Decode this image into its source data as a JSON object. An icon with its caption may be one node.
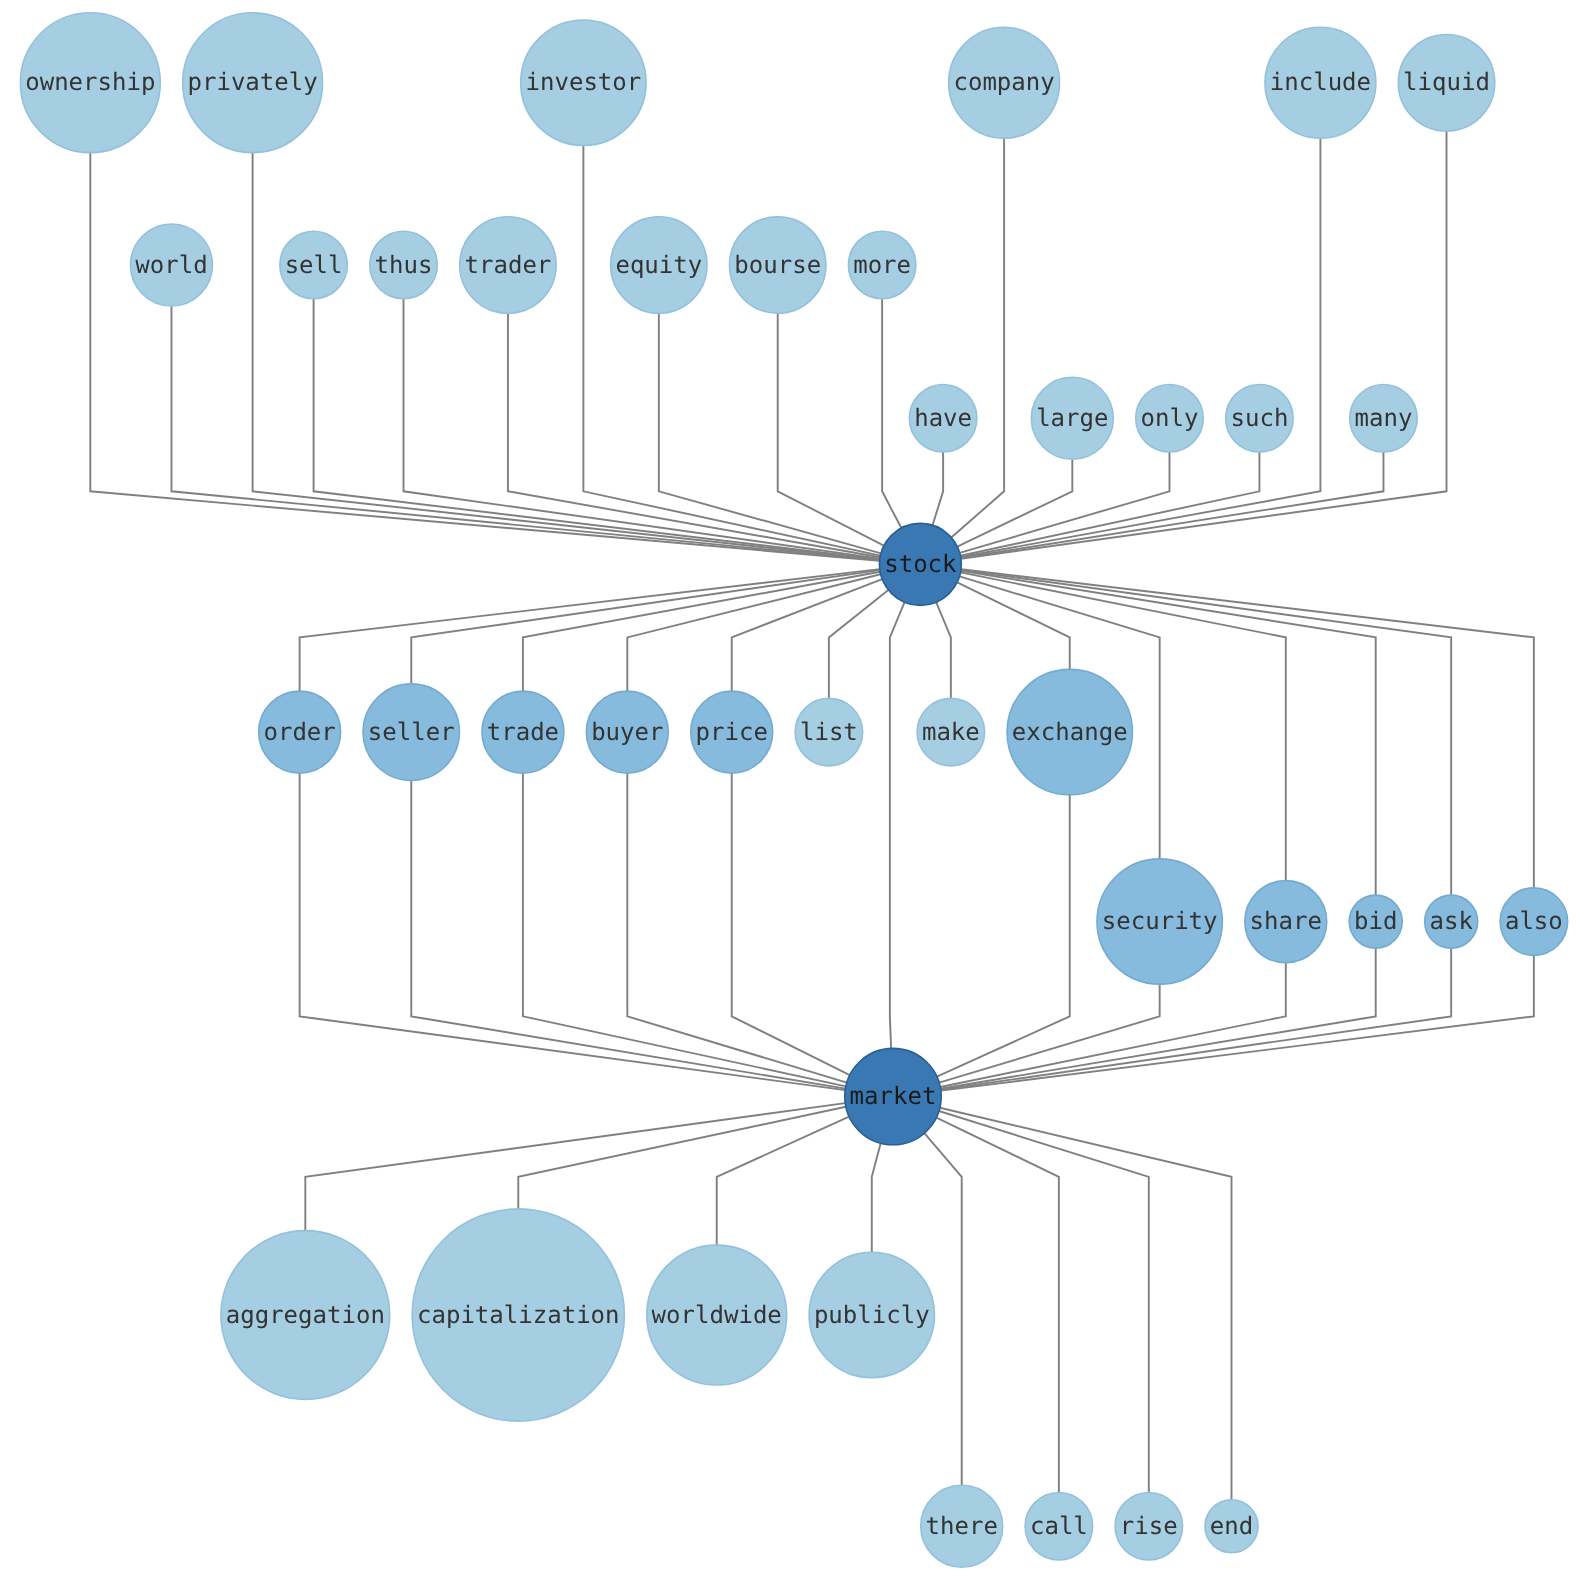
{
  "diagram": {
    "nodes": [
      {
        "text": [
          "ownership"
        ]
      },
      {
        "text": [
          "world"
        ]
      },
      {
        "text": [
          "privately"
        ]
      },
      {
        "text": [
          "sell"
        ]
      },
      {
        "text": [
          "there"
        ]
      },
      {
        "text": [
          "thus"
        ]
      },
      {
        "text": [
          "call"
        ]
      },
      {
        "text": [
          "trader"
        ]
      },
      {
        "text": [
          "investor"
        ]
      },
      {
        "text": [
          "order"
        ]
      },
      {
        "text": [
          "seller"
        ]
      },
      {
        "text": [
          "trade"
        ]
      },
      {
        "text": [
          "equity"
        ]
      },
      {
        "text": [
          "bourse"
        ]
      },
      {
        "text": [
          "aggregation"
        ]
      },
      {
        "text": [
          "buyer"
        ]
      },
      {
        "text": [
          "more"
        ]
      },
      {
        "text": [
          "price"
        ]
      },
      {
        "text": [
          "rise"
        ]
      },
      {
        "text": [
          "stock"
        ]
      },
      {
        "text": [
          "market"
        ]
      },
      {
        "text": [
          "list"
        ]
      },
      {
        "text": [
          "exchange"
        ]
      },
      {
        "text": [
          "security"
        ]
      },
      {
        "text": [
          "make"
        ]
      },
      {
        "text": [
          "capitalization"
        ]
      },
      {
        "text": [
          "share"
        ]
      },
      {
        "text": [
          "worldwide"
        ]
      },
      {
        "text": [
          "bid"
        ]
      },
      {
        "text": [
          "have"
        ]
      },
      {
        "text": [
          "company"
        ]
      },
      {
        "text": [
          "large"
        ]
      },
      {
        "text": [
          "ask"
        ]
      },
      {
        "text": [
          "only"
        ]
      },
      {
        "text": [
          "also"
        ]
      },
      {
        "text": [
          "publicly"
        ]
      },
      {
        "text": [
          "such"
        ]
      },
      {
        "text": [
          "end"
        ]
      },
      {
        "text": [
          "include"
        ]
      },
      {
        "text": [
          "many"
        ]
      },
      {
        "text": [
          "liquid"
        ]
      }
    ],
    "edges": [
      {
        "from": 0,
        "to": 19,
        "arrow": "none"
      },
      {
        "from": 1,
        "to": 19,
        "arrow": "none"
      },
      {
        "from": 2,
        "to": 19,
        "arrow": "none"
      },
      {
        "from": 3,
        "to": 19,
        "arrow": "none"
      },
      {
        "from": 20,
        "to": 4,
        "arrow": "none"
      },
      {
        "from": 5,
        "to": 19,
        "arrow": "none"
      },
      {
        "from": 20,
        "to": 6,
        "arrow": "none"
      },
      {
        "from": 7,
        "to": 19,
        "arrow": "none"
      },
      {
        "from": 8,
        "to": 19,
        "arrow": "none"
      },
      {
        "from": 19,
        "to": 9,
        "arrow": "none"
      },
      {
        "from": 9,
        "to": 20,
        "arrow": "none"
      },
      {
        "from": 19,
        "to": 10,
        "arrow": "none"
      },
      {
        "from": 10,
        "to": 20,
        "arrow": "none"
      },
      {
        "from": 19,
        "to": 11,
        "arrow": "none"
      },
      {
        "from": 11,
        "to": 20,
        "arrow": "none"
      },
      {
        "from": 12,
        "to": 19,
        "arrow": "none"
      },
      {
        "from": 13,
        "to": 19,
        "arrow": "none"
      },
      {
        "from": 20,
        "to": 14,
        "arrow": "none"
      },
      {
        "from": 19,
        "to": 15,
        "arrow": "none"
      },
      {
        "from": 15,
        "to": 20,
        "arrow": "none"
      },
      {
        "from": 16,
        "to": 19,
        "arrow": "none"
      },
      {
        "from": 19,
        "to": 17,
        "arrow": "none"
      },
      {
        "from": 17,
        "to": 20,
        "arrow": "none"
      },
      {
        "from": 20,
        "to": 18,
        "arrow": "none"
      },
      {
        "from": 19,
        "to": 20,
        "arrow": "none"
      },
      {
        "from": 19,
        "to": 21,
        "arrow": "none"
      },
      {
        "from": 19,
        "to": 22,
        "arrow": "none"
      },
      {
        "from": 22,
        "to": 20,
        "arrow": "none"
      },
      {
        "from": 19,
        "to": 23,
        "arrow": "none"
      },
      {
        "from": 23,
        "to": 20,
        "arrow": "none"
      },
      {
        "from": 19,
        "to": 24,
        "arrow": "none"
      },
      {
        "from": 20,
        "to": 25,
        "arrow": "none"
      },
      {
        "from": 19,
        "to": 26,
        "arrow": "none"
      },
      {
        "from": 26,
        "to": 20,
        "arrow": "none"
      },
      {
        "from": 20,
        "to": 27,
        "arrow": "none"
      },
      {
        "from": 19,
        "to": 28,
        "arrow": "none"
      },
      {
        "from": 28,
        "to": 20,
        "arrow": "none"
      },
      {
        "from": 29,
        "to": 19,
        "arrow": "none"
      },
      {
        "from": 30,
        "to": 19,
        "arrow": "none"
      },
      {
        "from": 31,
        "to": 19,
        "arrow": "none"
      },
      {
        "from": 19,
        "to": 32,
        "arrow": "none"
      },
      {
        "from": 32,
        "to": 20,
        "arrow": "none"
      },
      {
        "from": 33,
        "to": 19,
        "arrow": "none"
      },
      {
        "from": 19,
        "to": 34,
        "arrow": "none"
      },
      {
        "from": 34,
        "to": 20,
        "arrow": "none"
      },
      {
        "from": 20,
        "to": 35,
        "arrow": "none"
      },
      {
        "from": 36,
        "to": 19,
        "arrow": "none"
      },
      {
        "from": 20,
        "to": 37,
        "arrow": "none"
      },
      {
        "from": 38,
        "to": 19,
        "arrow": "none"
      },
      {
        "from": 39,
        "to": 19,
        "arrow": "none"
      },
      {
        "from": 40,
        "to": 19,
        "arrow": "none"
      }
    ]
  }
}
